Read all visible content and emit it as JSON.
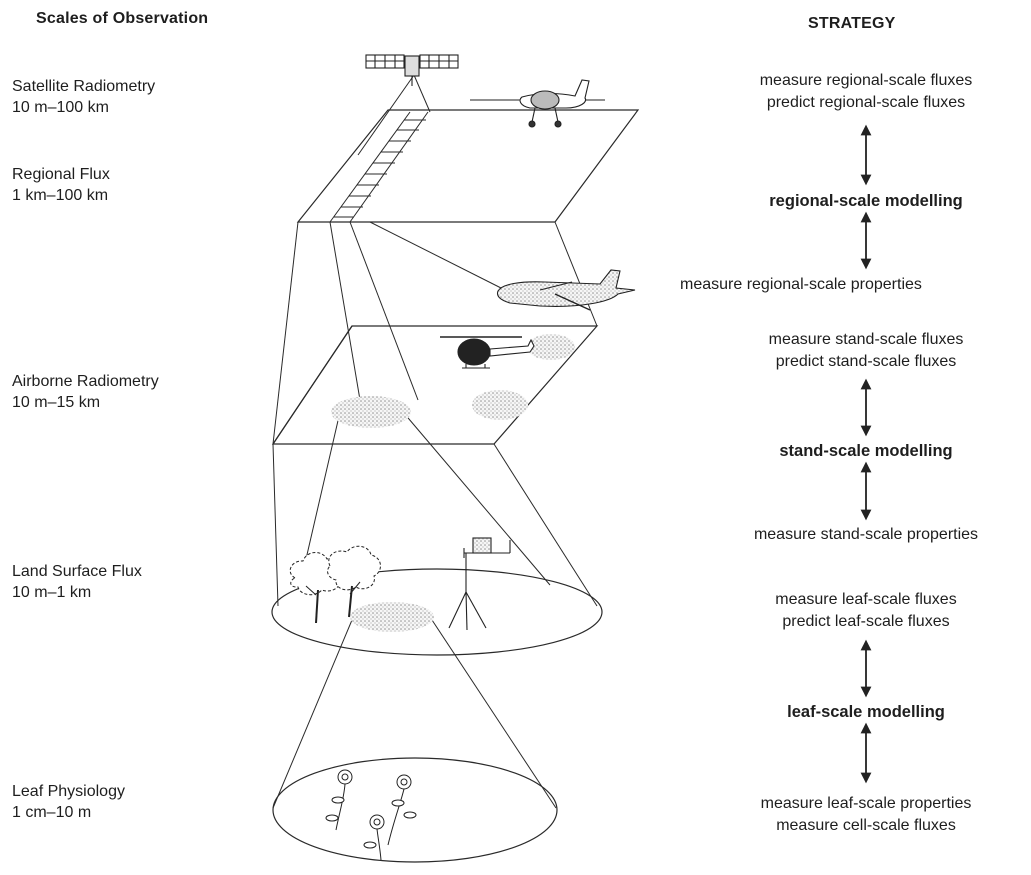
{
  "headers": {
    "scales_title": "Scales of Observation",
    "strategy_title": "STRATEGY"
  },
  "scales": [
    {
      "name": "Satellite Radiometry",
      "range": "10 m–100 km"
    },
    {
      "name": "Regional Flux",
      "range": "1 km–100 km"
    },
    {
      "name": "Airborne Radiometry",
      "range": "10 m–15 km"
    },
    {
      "name": "Land Surface Flux",
      "range": "10 m–1 km"
    },
    {
      "name": "Leaf Physiology",
      "range": "1 cm–10 m"
    }
  ],
  "strategy": {
    "regional_measure": [
      "measure regional-scale fluxes",
      "predict regional-scale fluxes"
    ],
    "regional_model": "regional-scale modelling",
    "regional_props": "measure regional-scale properties",
    "stand_measure": [
      "measure stand-scale fluxes",
      "predict stand-scale fluxes"
    ],
    "stand_model": "stand-scale modelling",
    "stand_props": "measure stand-scale properties",
    "leaf_measure": [
      "measure leaf-scale fluxes",
      "predict leaf-scale fluxes"
    ],
    "leaf_model": "leaf-scale modelling",
    "leaf_bottom": [
      "measure leaf-scale properties",
      "measure cell-scale fluxes"
    ]
  },
  "icons": [
    "satellite-icon",
    "small-plane-icon",
    "jet-plane-icon",
    "helicopter-icon",
    "tree-icon",
    "flux-tower-icon",
    "flower-icon"
  ]
}
